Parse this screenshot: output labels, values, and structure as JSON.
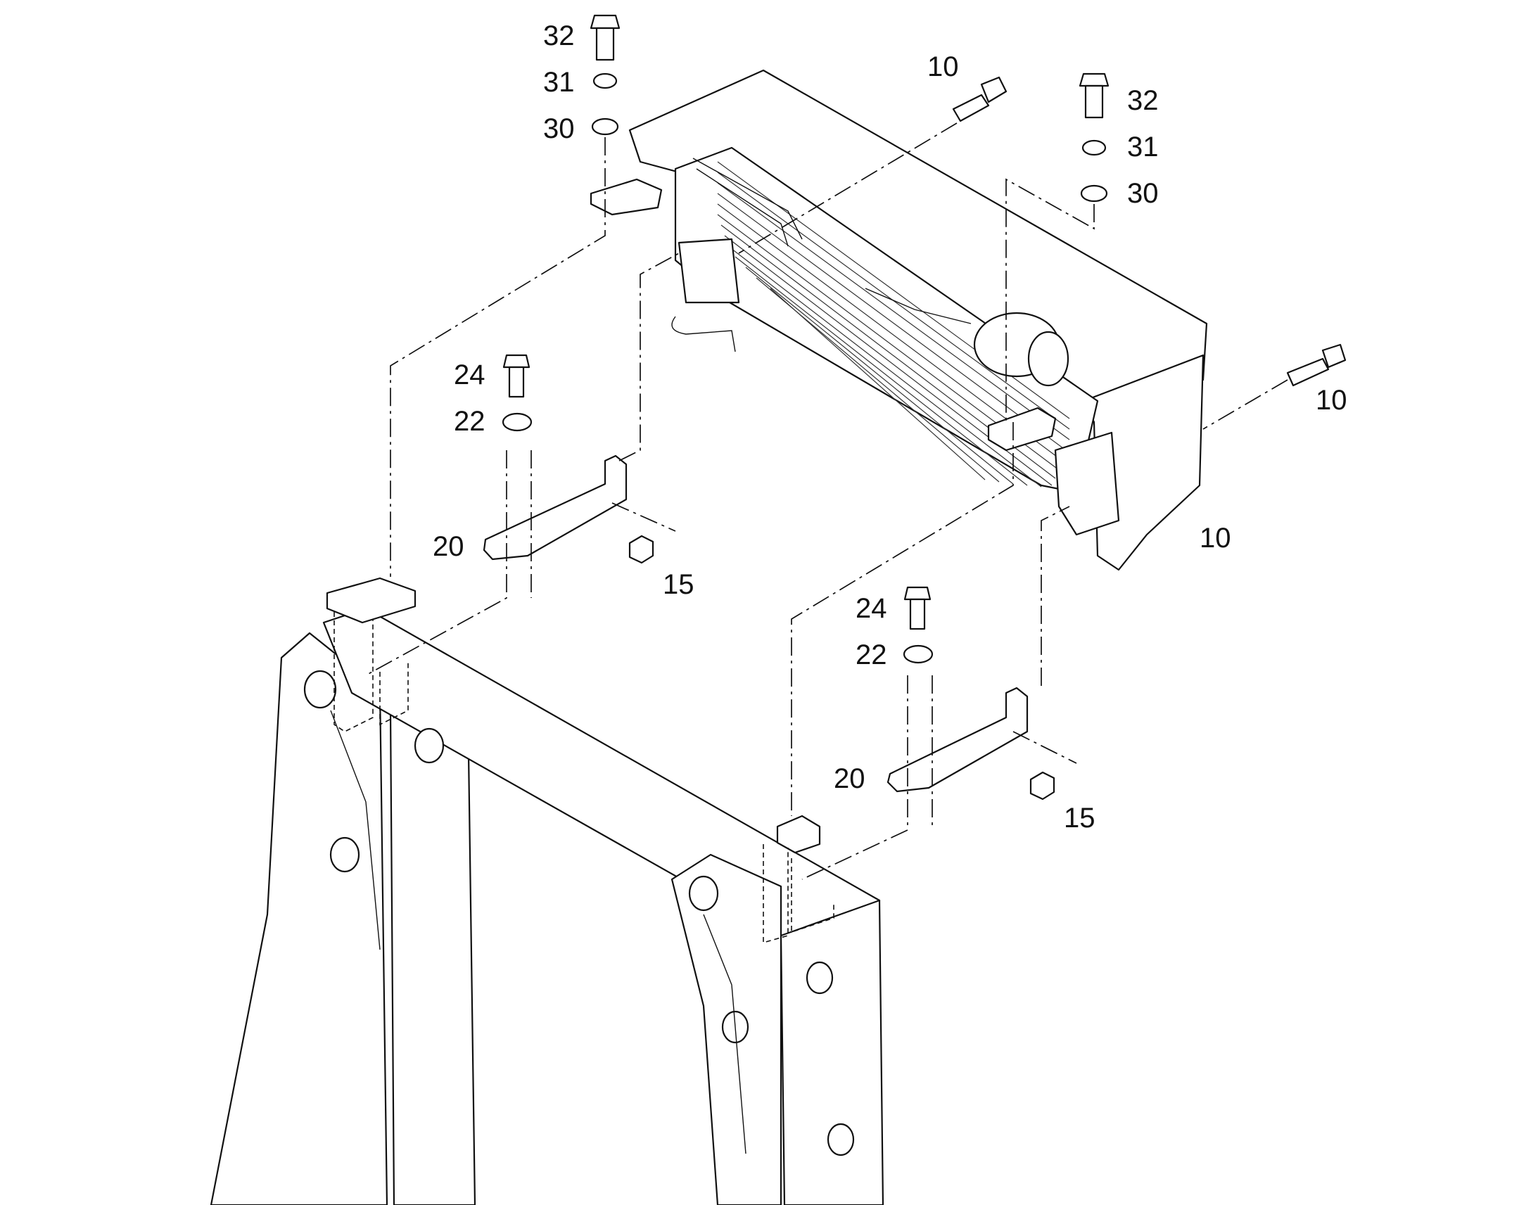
{
  "callouts": [
    {
      "id": "c32a",
      "text": "32"
    },
    {
      "id": "c31a",
      "text": "31"
    },
    {
      "id": "c30a",
      "text": "30"
    },
    {
      "id": "c10a",
      "text": "10"
    },
    {
      "id": "c32b",
      "text": "32"
    },
    {
      "id": "c31b",
      "text": "31"
    },
    {
      "id": "c30b",
      "text": "30"
    },
    {
      "id": "c10b",
      "text": "10"
    },
    {
      "id": "c10c",
      "text": "10"
    },
    {
      "id": "c24a",
      "text": "24"
    },
    {
      "id": "c22a",
      "text": "22"
    },
    {
      "id": "c20a",
      "text": "20"
    },
    {
      "id": "c15a",
      "text": "15"
    },
    {
      "id": "c24b",
      "text": "24"
    },
    {
      "id": "c22b",
      "text": "22"
    },
    {
      "id": "c20b",
      "text": "20"
    },
    {
      "id": "c15b",
      "text": "15"
    }
  ]
}
